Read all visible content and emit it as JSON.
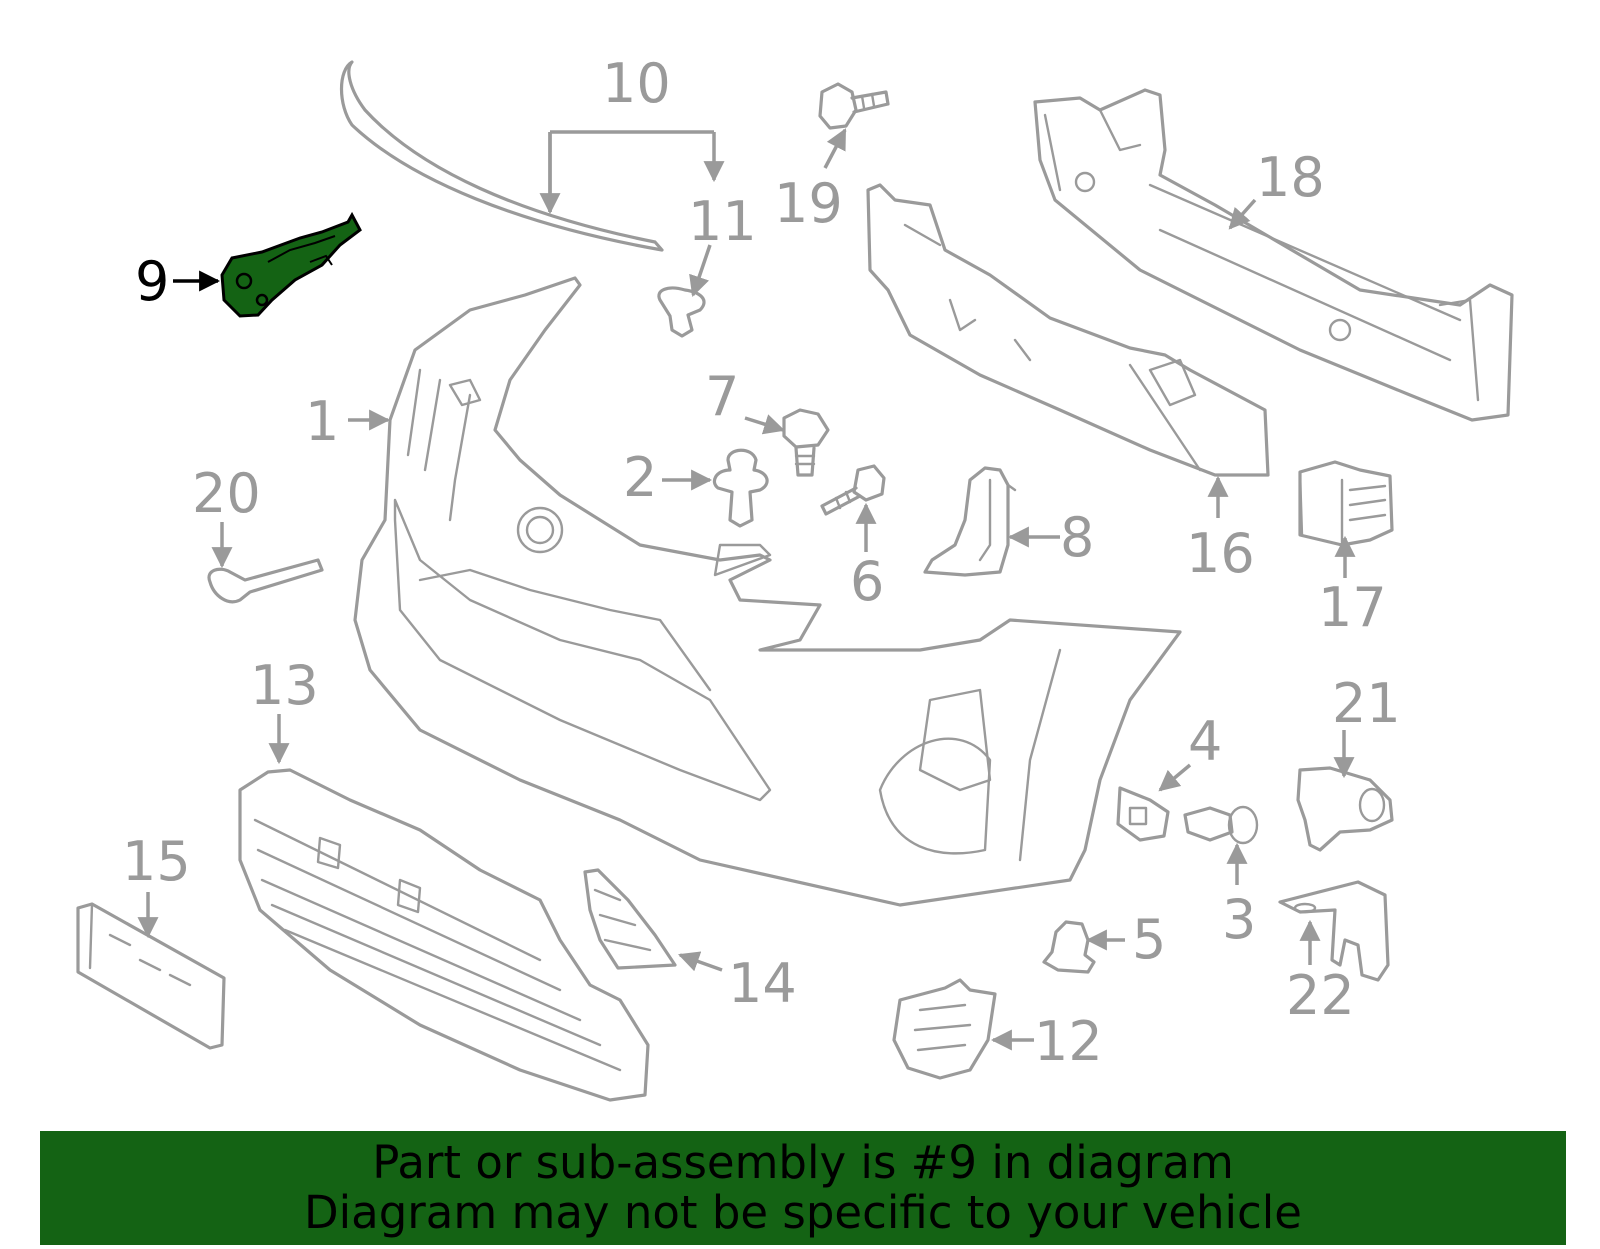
{
  "callouts": [
    "1",
    "2",
    "3",
    "4",
    "5",
    "6",
    "7",
    "8",
    "9",
    "10",
    "11",
    "12",
    "13",
    "14",
    "15",
    "16",
    "17",
    "18",
    "19",
    "20",
    "21",
    "22"
  ],
  "highlight": {
    "label": "9",
    "color": "#146314"
  },
  "banner": {
    "line1": "Part or sub-assembly is #9 in diagram",
    "line2": "Diagram may not be specific to your vehicle",
    "background": "#146314",
    "text_color": "#000000"
  },
  "line_color": "#9a9a9a"
}
